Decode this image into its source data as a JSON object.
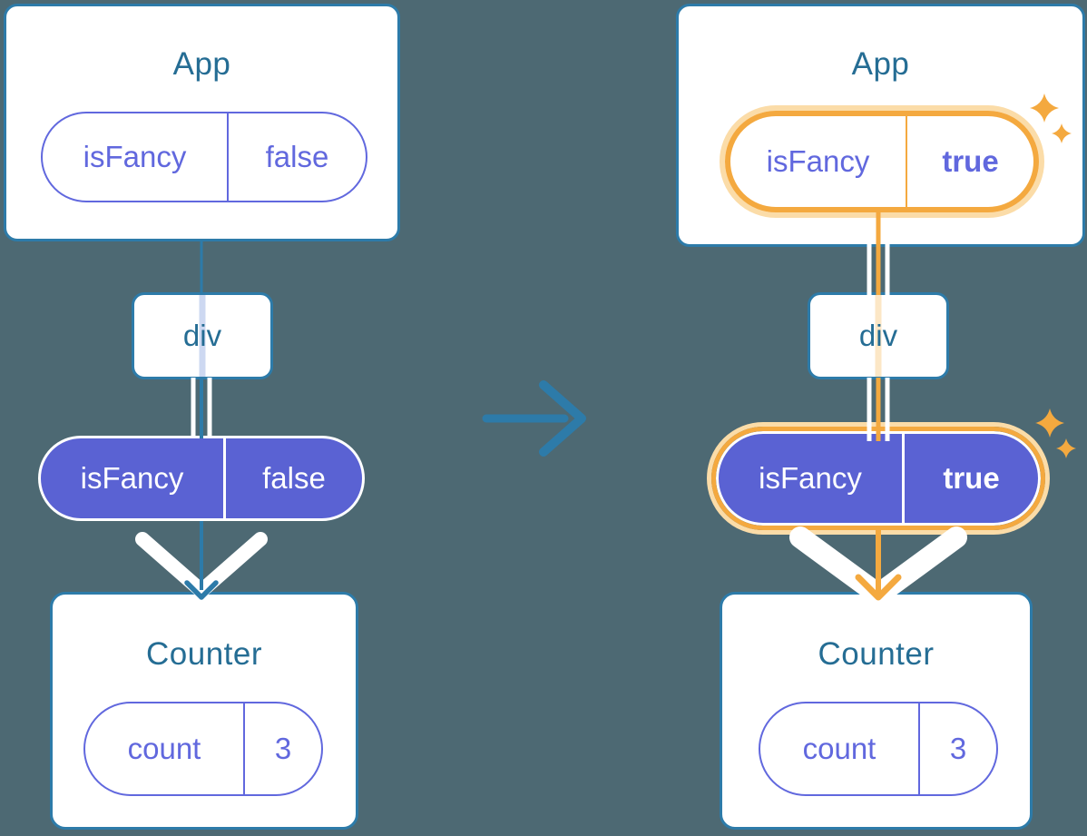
{
  "diagram": {
    "left": {
      "app_title": "App",
      "app_pill": {
        "key": "isFancy",
        "value": "false"
      },
      "div_label": "div",
      "state_pill": {
        "key": "isFancy",
        "value": "false"
      },
      "counter_title": "Counter",
      "counter_pill": {
        "key": "count",
        "value": "3"
      }
    },
    "right": {
      "app_title": "App",
      "app_pill": {
        "key": "isFancy",
        "value": "true"
      },
      "div_label": "div",
      "state_pill": {
        "key": "isFancy",
        "value": "true"
      },
      "counter_title": "Counter",
      "counter_pill": {
        "key": "count",
        "value": "3"
      }
    },
    "icons": {
      "transition": "right-arrow-icon",
      "flow_down": "down-arrow-icon",
      "highlight": "sparkles-icon"
    },
    "colors": {
      "background": "#4D6973",
      "stroke_teal": "#2D7BA9",
      "title_teal": "#256D94",
      "purple_fill": "#5A62D3",
      "purple_text": "#6168DE",
      "orange": "#F4A93F",
      "orange_light": "#FBDCA8",
      "stripe_blue": "#CDD8F1",
      "stripe_peach": "#FCE7C6"
    }
  }
}
